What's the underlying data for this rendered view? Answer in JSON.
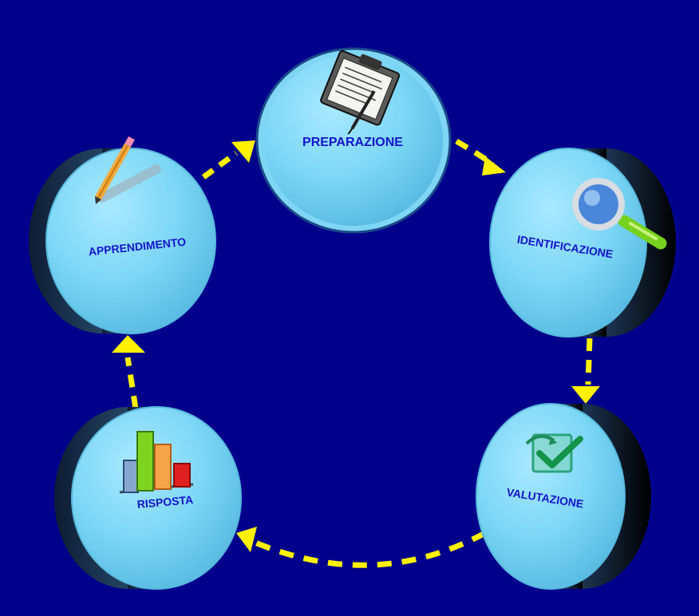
{
  "diagram": {
    "background_color": "#00008B",
    "disc_color": "#79D7F5",
    "arrow_color": "#FFF200",
    "label_color": "#1414CC",
    "nodes": [
      {
        "id": "preparazione",
        "label": "PREPARAZIONE",
        "icon": "clipboard-icon"
      },
      {
        "id": "identificazione",
        "label": "IDENTIFICAZIONE",
        "icon": "magnifier-icon"
      },
      {
        "id": "valutazione",
        "label": "VALUTAZIONE",
        "icon": "checkmark-icon"
      },
      {
        "id": "risposta",
        "label": "RISPOSTA",
        "icon": "bar-chart-icon"
      },
      {
        "id": "apprendimento",
        "label": "APPRENDIMENTO",
        "icon": "pencil-icon"
      }
    ],
    "flow": [
      [
        "preparazione",
        "identificazione"
      ],
      [
        "identificazione",
        "valutazione"
      ],
      [
        "valutazione",
        "risposta"
      ],
      [
        "risposta",
        "apprendimento"
      ],
      [
        "apprendimento",
        "preparazione"
      ]
    ]
  }
}
